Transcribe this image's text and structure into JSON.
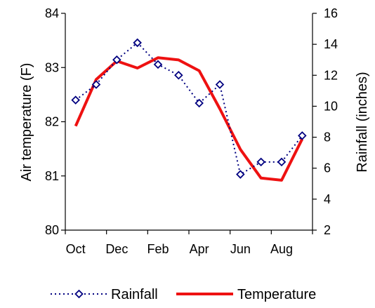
{
  "chart_data": {
    "type": "line",
    "categories": [
      "Oct",
      "Nov",
      "Dec",
      "Jan",
      "Feb",
      "Mar",
      "Apr",
      "May",
      "Jun",
      "Jul",
      "Aug",
      "Sep"
    ],
    "x_tick_labels": [
      "Oct",
      "Dec",
      "Feb",
      "Apr",
      "Jun",
      "Aug"
    ],
    "y_left": {
      "label": "Air temperature (F)",
      "range": [
        80,
        84
      ],
      "ticks": [
        "80",
        "81",
        "82",
        "83",
        "84"
      ]
    },
    "y_right": {
      "label": "Rainfall (inches)",
      "range": [
        2,
        16
      ],
      "ticks": [
        "2",
        "4",
        "6",
        "8",
        "10",
        "12",
        "14",
        "16"
      ]
    },
    "series": [
      {
        "name": "Rainfall",
        "axis": "right",
        "color": "#000080",
        "line_style": "dotted",
        "marker": "diamond",
        "values": [
          10.4,
          11.4,
          13.0,
          14.1,
          12.7,
          12.0,
          10.2,
          11.4,
          5.6,
          6.4,
          6.4,
          8.1
        ]
      },
      {
        "name": "Temperature",
        "axis": "left",
        "color": "#ee1111",
        "line_style": "solid",
        "marker": "none",
        "values": [
          81.92,
          82.78,
          83.12,
          82.99,
          83.18,
          83.14,
          82.94,
          82.24,
          81.49,
          80.96,
          80.92,
          81.68
        ]
      }
    ],
    "grid": false,
    "legend_position": "bottom"
  }
}
